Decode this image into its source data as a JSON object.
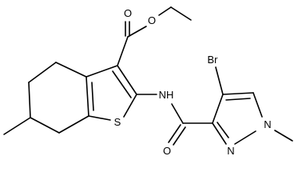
{
  "molecule": {
    "atoms": {
      "ether_o": "O",
      "carbonyl_o1": "O",
      "carbonyl_o2": "O",
      "sulfur": "S",
      "amide_nh": "NH",
      "bromine": "Br",
      "pyrazole_n2": "N",
      "pyrazole_n1": "N"
    }
  },
  "colors": {
    "bond": "#000000",
    "label": "#000000",
    "background": "#ffffff"
  }
}
